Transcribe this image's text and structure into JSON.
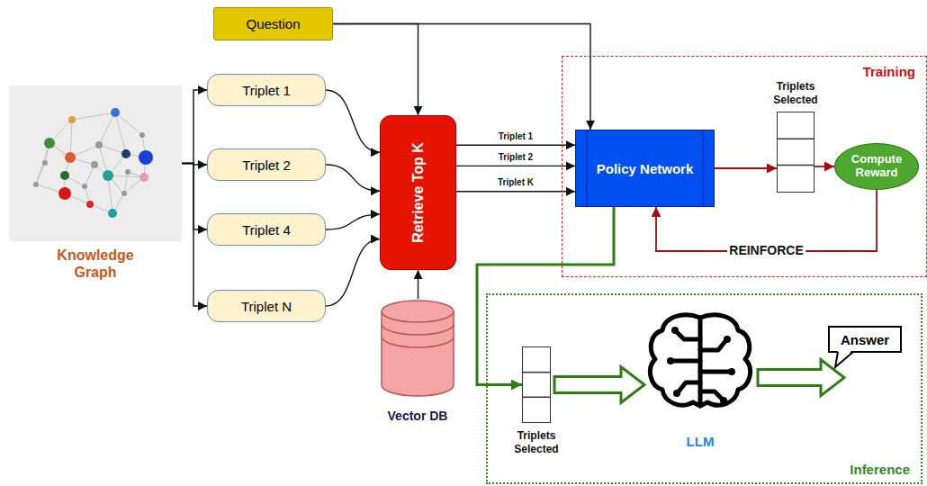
{
  "diagram": {
    "nodes": [
      {
        "text": [
          "Question"
        ]
      },
      {
        "text": [
          "Knowledge Graph"
        ]
      },
      {
        "text": [
          "Triplet 1"
        ]
      },
      {
        "text": [
          "Triplet 2"
        ]
      },
      {
        "text": [
          "Triplet 4"
        ]
      },
      {
        "text": [
          "Triplet N"
        ]
      },
      {
        "text": [
          "Retrieve Top K"
        ]
      },
      {
        "text": [
          "Vector DB"
        ]
      },
      {
        "text": [
          "Training"
        ]
      },
      {
        "text": [
          "Policy Network"
        ],
        "in": 8
      },
      {
        "text": [
          "Triplets Selected"
        ],
        "in": 8
      },
      {
        "text": [
          "Compute Reward"
        ],
        "in": 8
      },
      {
        "text": [
          "Inference"
        ]
      },
      {
        "text": [
          "Triplets Selected"
        ],
        "in": 12
      },
      {
        "text": [
          "LLM"
        ],
        "in": 12
      },
      {
        "text": [
          "Answer"
        ],
        "in": 12
      }
    ],
    "edges": [
      {
        "from": 0,
        "to": 6,
        "arrow": "to"
      },
      {
        "from": 0,
        "to": 9,
        "arrow": "to"
      },
      {
        "from": 1,
        "to": 2,
        "arrow": "to"
      },
      {
        "from": 1,
        "to": 3,
        "arrow": "to"
      },
      {
        "from": 1,
        "to": 4,
        "arrow": "to"
      },
      {
        "from": 1,
        "to": 5,
        "arrow": "to"
      },
      {
        "from": 2,
        "to": 6,
        "arrow": "to"
      },
      {
        "from": 3,
        "to": 6,
        "arrow": "to"
      },
      {
        "from": 4,
        "to": 6,
        "arrow": "to"
      },
      {
        "from": 5,
        "to": 6,
        "arrow": "to"
      },
      {
        "from": 7,
        "to": 6,
        "arrow": "to"
      },
      {
        "from": 6,
        "to": 9,
        "label": "Triplet 1",
        "arrow": "to"
      },
      {
        "from": 6,
        "to": 9,
        "label": "Triplet 2",
        "arrow": "to"
      },
      {
        "from": 6,
        "to": 9,
        "label": "Triplet K",
        "arrow": "to"
      },
      {
        "from": 9,
        "to": 10,
        "arrow": "to"
      },
      {
        "from": 10,
        "to": 11,
        "arrow": "to"
      },
      {
        "from": 11,
        "to": 9,
        "label": "REINFORCE",
        "arrow": "to"
      },
      {
        "from": 9,
        "to": 13,
        "arrow": "to"
      },
      {
        "from": 13,
        "to": 14,
        "arrow": "to"
      },
      {
        "from": 14,
        "to": 15,
        "arrow": "to"
      }
    ]
  }
}
